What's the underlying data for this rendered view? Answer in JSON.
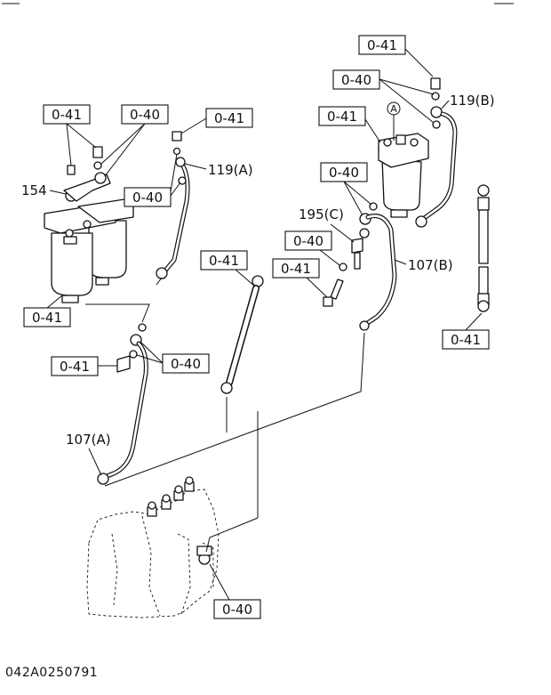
{
  "labels": {
    "ref_041": "0-41",
    "ref_040": "0-40",
    "part_154": "154",
    "part_119a": "119(A)",
    "part_119b": "119(B)",
    "part_195c": "195(C)",
    "part_107a": "107(A)",
    "part_107b": "107(B)",
    "marker_a": "A"
  },
  "drawing_code": "042A0250791"
}
